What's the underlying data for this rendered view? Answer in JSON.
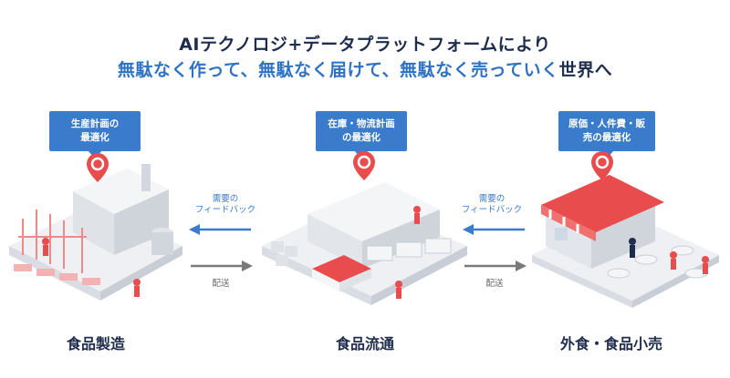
{
  "heading": {
    "line1": "AIテクノロジ+データプラットフォームにより",
    "line2_accent": "無駄なく作って、無駄なく届けて、無駄なく売っていく",
    "line2_tail": "世界へ"
  },
  "stages": [
    {
      "bubble": [
        "生産計画の",
        "最適化"
      ],
      "label": "食品製造"
    },
    {
      "bubble": [
        "在庫・物流計画",
        "の最適化"
      ],
      "label": "食品流通"
    },
    {
      "bubble": [
        "原価・人件費・販",
        "売の最適化"
      ],
      "label": "外食・食品小売"
    }
  ],
  "connectors": [
    {
      "feedback": [
        "需要の",
        "フィードバック"
      ],
      "delivery": "配送"
    },
    {
      "feedback": [
        "需要の",
        "フィードバック"
      ],
      "delivery": "配送"
    }
  ],
  "colors": {
    "accent": "#2f72c4",
    "bubble": "#3a7ccb",
    "red": "#e84c4c",
    "arrow_gray": "#7a7a7a"
  },
  "icons": [
    "logo-pin-icon"
  ]
}
